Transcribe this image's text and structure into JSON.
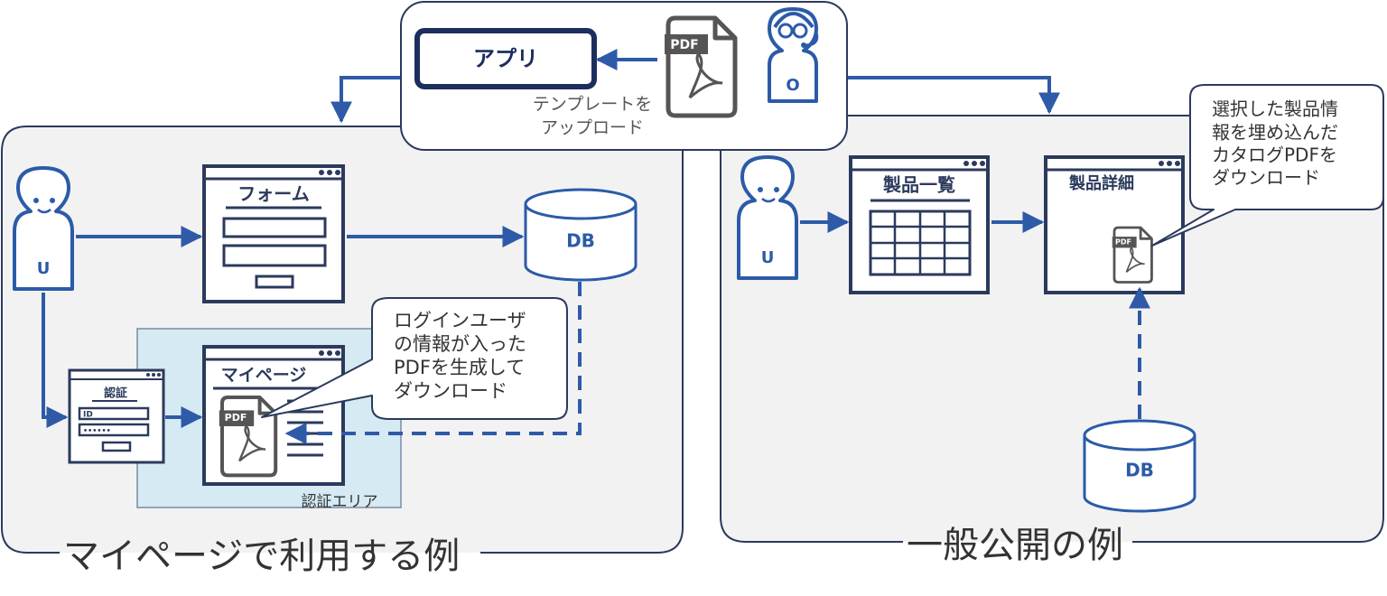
{
  "top": {
    "app_label": "アプリ",
    "pdf_label": "PDF",
    "operator_label": "O",
    "upload_line1": "テンプレートを",
    "upload_line2": "アップロード"
  },
  "left_panel": {
    "title": "マイページで利用する例",
    "user_label": "U",
    "form_title": "フォーム",
    "db_label": "DB",
    "auth_title": "認証",
    "auth_id": "ID",
    "auth_password": "••••••",
    "mypage_title": "マイページ",
    "pdf_label": "PDF",
    "auth_area_label": "認証エリア",
    "callout_lines": [
      "ログインユーザ",
      "の情報が入った",
      "PDFを生成して",
      "ダウンロード"
    ]
  },
  "right_panel": {
    "title": "一般公開の例",
    "user_label": "U",
    "list_title": "製品一覧",
    "detail_title": "製品詳細",
    "pdf_label": "PDF",
    "db_label": "DB",
    "callout_lines": [
      "選択した製品情",
      "報を埋め込んだ",
      "カタログPDFを",
      "ダウンロード"
    ]
  },
  "colors": {
    "arrow": "#2e5aa8",
    "navy": "#1b2e5e",
    "panel_fill": "#f2f2f3",
    "panel_stroke": "#2b3a5c",
    "auth_fill": "#d5eaf2",
    "pdf_stroke": "#555555",
    "text": "#333333"
  },
  "icons": {
    "pdf": "pdf-file-icon",
    "user": "user-person-icon",
    "operator": "operator-headset-icon",
    "database": "database-cylinder-icon"
  }
}
